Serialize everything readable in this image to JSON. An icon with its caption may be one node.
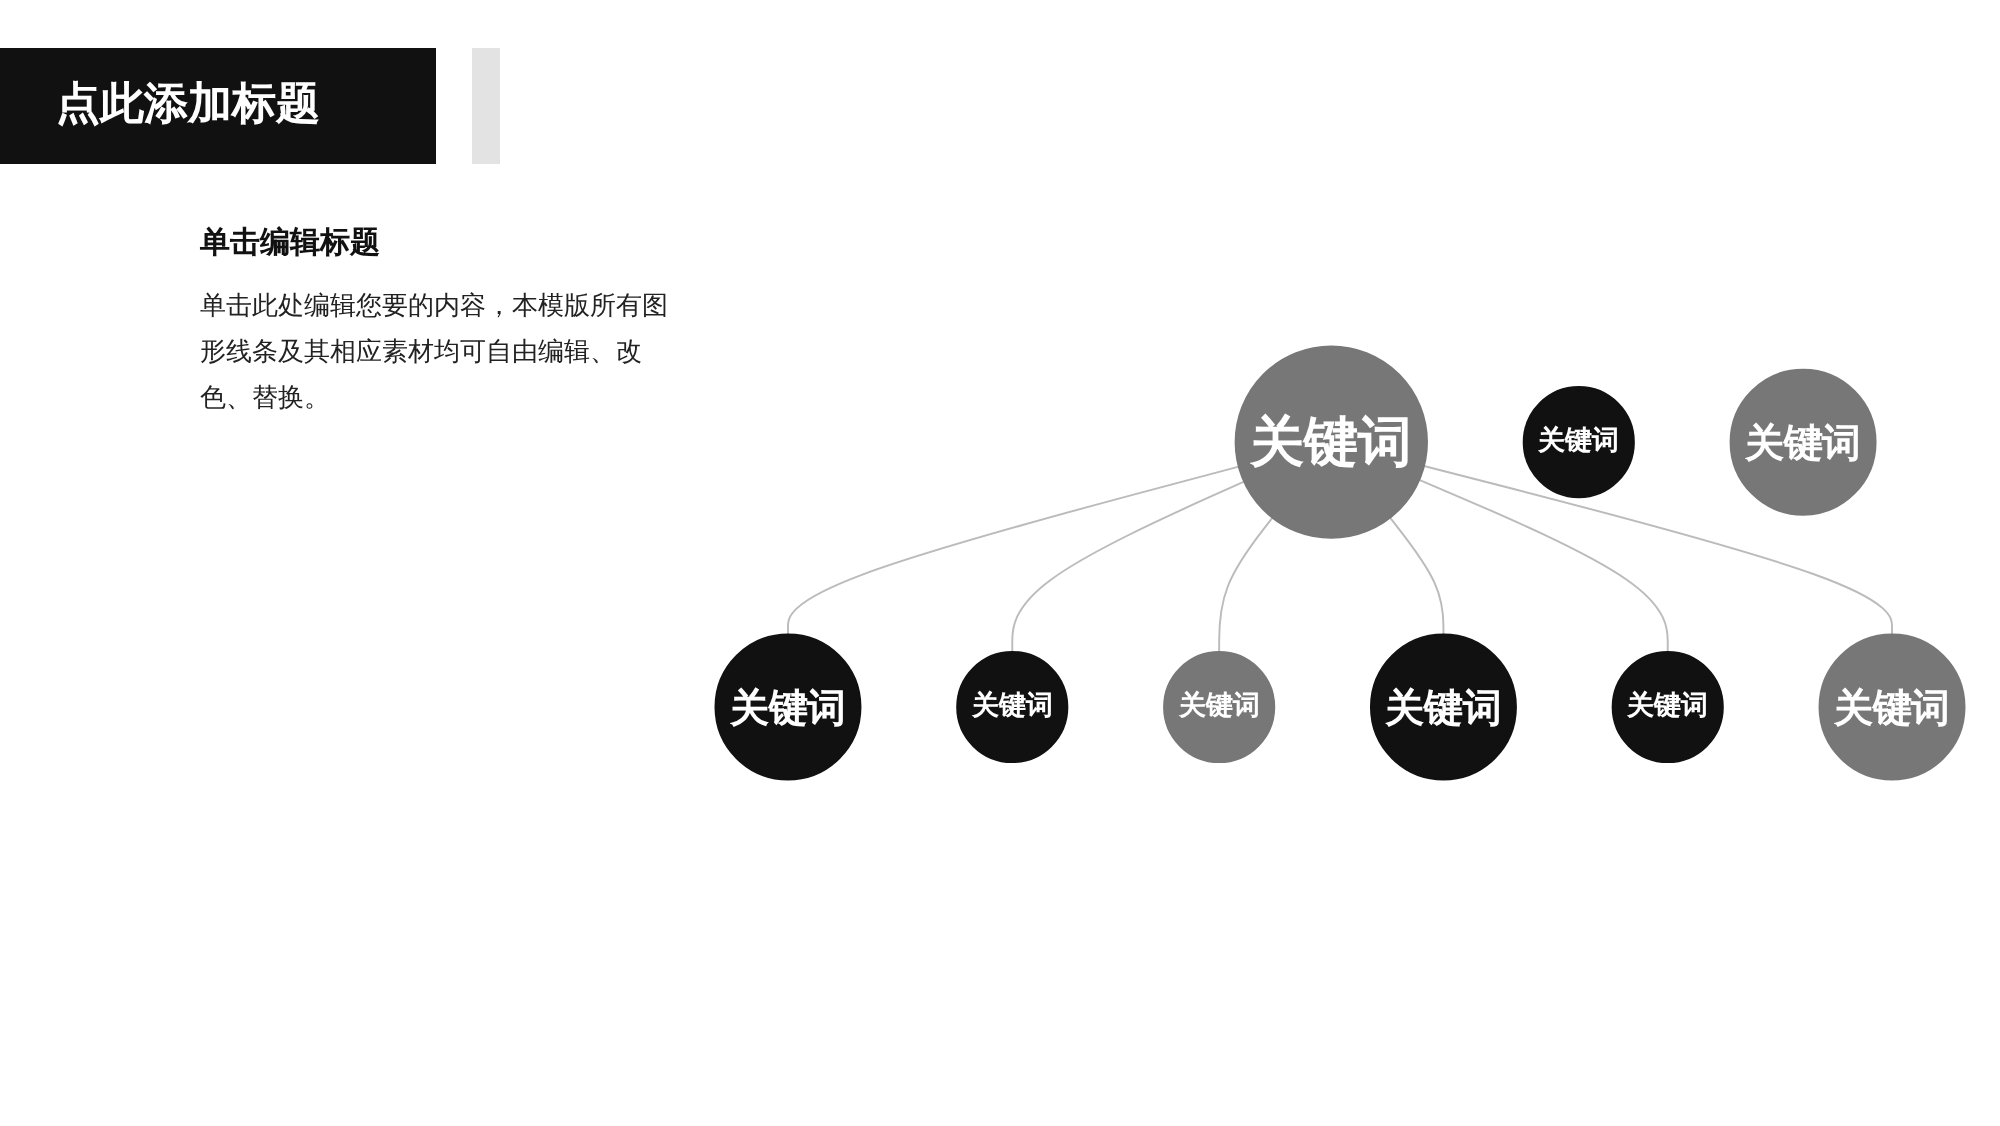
{
  "diagram": {
    "title": "点此添加标题",
    "nodes": [
      {
        "text": [
          "关键词"
        ]
      },
      {
        "text": [
          "关键词"
        ]
      },
      {
        "text": [
          "关键词"
        ]
      },
      {
        "text": [
          "关键词"
        ]
      },
      {
        "text": [
          "关键词"
        ]
      },
      {
        "text": [
          "关键词"
        ]
      },
      {
        "text": [
          "关键词"
        ]
      },
      {
        "text": [
          "关键词"
        ]
      },
      {
        "text": [
          "关键词"
        ]
      }
    ],
    "edges": [
      {
        "from": 3,
        "to": 0,
        "arrow": "none"
      },
      {
        "from": 3,
        "to": 1,
        "arrow": "none"
      },
      {
        "from": 3,
        "to": 2,
        "arrow": "none"
      },
      {
        "from": 3,
        "to": 4,
        "arrow": "none"
      },
      {
        "from": 3,
        "to": 6,
        "arrow": "none"
      },
      {
        "from": 3,
        "to": 8,
        "arrow": "none"
      }
    ],
    "labels": [
      "单击编辑标题",
      "单击此处编辑您要的内容，本模版所有图形线条及其相应素材均可自由编辑、改色、替换。"
    ]
  }
}
